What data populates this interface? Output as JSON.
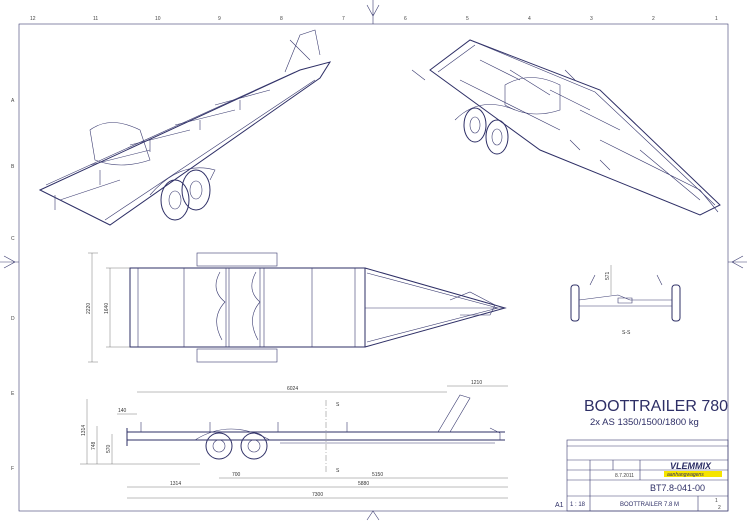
{
  "border": {
    "columns": [
      "12",
      "11",
      "10",
      "9",
      "8",
      "7",
      "6",
      "5",
      "4",
      "3",
      "2",
      "1"
    ],
    "rows": [
      "A",
      "B",
      "C",
      "D",
      "E",
      "F"
    ]
  },
  "title": "BOOTTRAILER 780",
  "subtitle": "2x AS 1350/1500/1800 kg",
  "top_view": {
    "dims": {
      "overall_width": "2220",
      "frame_width": "1640"
    }
  },
  "side_view": {
    "dims": {
      "d6024": "6024",
      "d1210": "1210",
      "d140": "140",
      "d1314h": "1314",
      "d748": "748",
      "d570": "570",
      "d700": "700",
      "d5150": "5150",
      "d1314": "1314",
      "d5880": "5880",
      "d7300": "7300"
    },
    "section_marker": "S"
  },
  "section_view": {
    "label": "S-S",
    "dim": "571"
  },
  "title_block": {
    "company": "VLEMMIX",
    "company_sub": "aanhangwagens",
    "company_color": "#1a4fa0",
    "company_sub_bg": "#f5e400",
    "drawing_number": "BT7.8-041-00",
    "name": "BOOTTRAILER 7.8 M",
    "scale": "1 : 18",
    "sheet_size": "A1",
    "sheet": "1",
    "sheets": "2",
    "date": "8.7.2011"
  }
}
